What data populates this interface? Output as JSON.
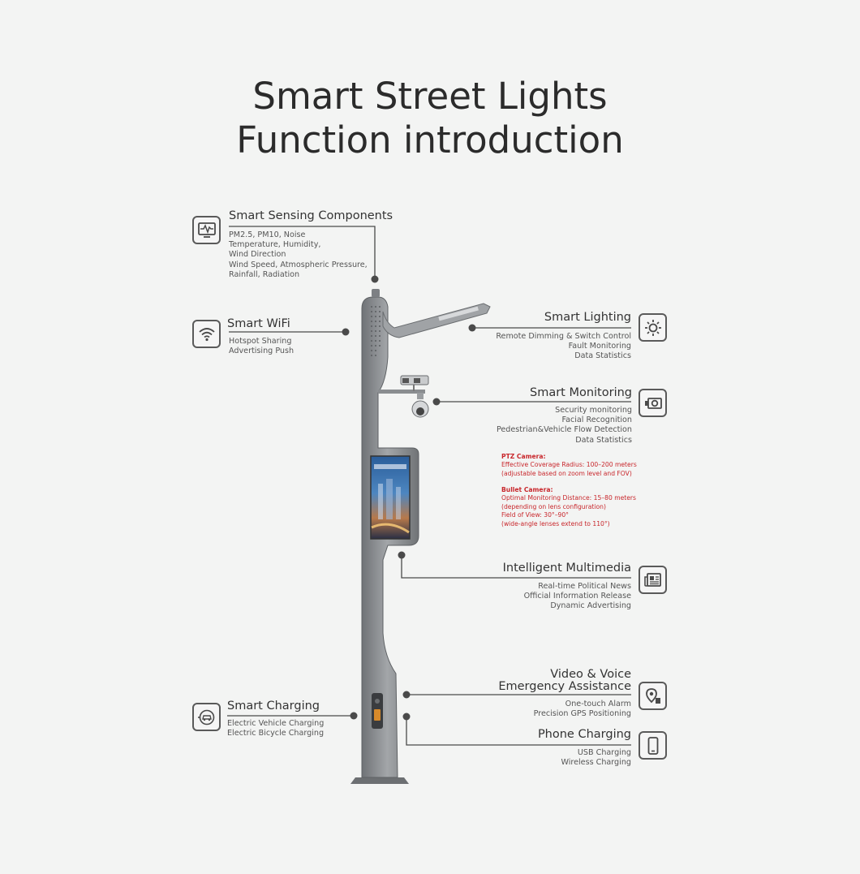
{
  "title": {
    "line1": "Smart Street Lights",
    "line2": "Function introduction"
  },
  "features": {
    "sensing": {
      "title": "Smart Sensing Components",
      "lines": [
        "PM2.5, PM10, Noise",
        "Temperature, Humidity,",
        "Wind Direction",
        "Wind Speed, Atmospheric Pressure,",
        "Rainfall, Radiation"
      ],
      "icon": "sensor-monitor-icon"
    },
    "wifi": {
      "title": "Smart WiFi",
      "lines": [
        "Hotspot Sharing",
        "Advertising Push"
      ],
      "icon": "wifi-icon"
    },
    "lighting": {
      "title": "Smart Lighting",
      "lines": [
        "Remote Dimming & Switch Control",
        "Fault Monitoring",
        "Data Statistics"
      ],
      "icon": "sun-icon"
    },
    "monitoring": {
      "title": "Smart Monitoring",
      "lines": [
        "Security monitoring",
        "Facial Recognition",
        "Pedestrian&Vehicle Flow Detection",
        "Data Statistics"
      ],
      "icon": "camera-icon",
      "ptz": {
        "heading": "PTZ Camera:",
        "lines": [
          "Effective Coverage Radius:  100–200 meters",
          "(adjustable based on zoom level and FOV)"
        ]
      },
      "bullet": {
        "heading": "Bullet Camera:",
        "lines": [
          "Optimal Monitoring Distance: 15–80 meters",
          "(depending on lens configuration)",
          "Field of View: 30°–90°",
          "(wide-angle lenses extend to 110°)"
        ]
      }
    },
    "multimedia": {
      "title": "Intelligent Multimedia",
      "lines": [
        "Real-time Political News",
        "Official Information Release",
        "Dynamic Advertising"
      ],
      "icon": "newspaper-icon"
    },
    "emergency": {
      "title_line1": "Video & Voice",
      "title_line2": "Emergency Assistance",
      "lines": [
        "One-touch Alarm",
        "Precision GPS Positioning"
      ],
      "icon": "map-pin-icon"
    },
    "phone": {
      "title": "Phone Charging",
      "lines": [
        "USB Charging",
        "Wireless Charging"
      ],
      "icon": "phone-icon"
    },
    "charging": {
      "title": "Smart Charging",
      "lines": [
        "Electric Vehicle Charging",
        "Electric Bicycle  Charging"
      ],
      "icon": "ev-charger-icon"
    }
  },
  "colors": {
    "accent_red": "#c8262b",
    "pole_gray": "#8a8d90",
    "line_gray": "#4a4a4a"
  }
}
